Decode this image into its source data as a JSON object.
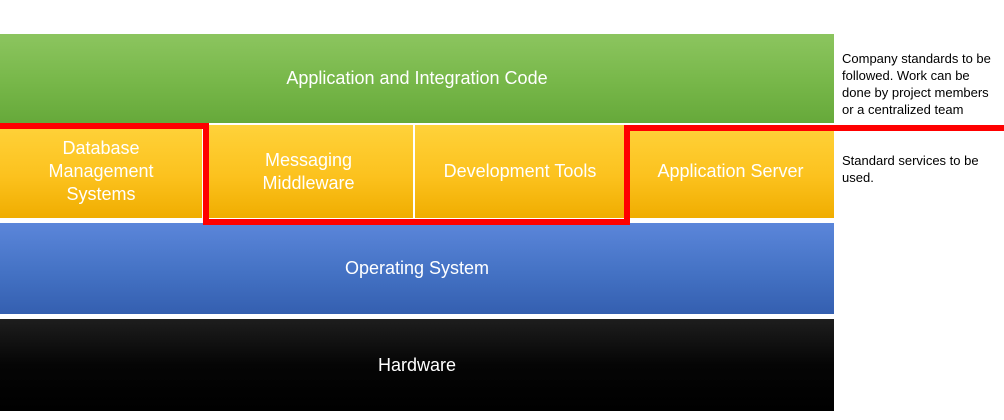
{
  "layers": {
    "app_integration": "Application and Integration Code",
    "dbms": "Database Management Systems",
    "messaging": "Messaging Middleware",
    "dev_tools": "Development Tools",
    "app_server": "Application Server",
    "os": "Operating System",
    "hardware": "Hardware"
  },
  "notes": {
    "company_standards": "Company standards to be followed. Work can be done by project members or a centralized team",
    "standard_services": "Standard services to be used."
  },
  "colors": {
    "application_layer": "#77b749",
    "middleware_layer": "#fcc21e",
    "os_layer": "#4472c4",
    "hardware_layer": "#000000",
    "divider_line": "#ff0000"
  }
}
